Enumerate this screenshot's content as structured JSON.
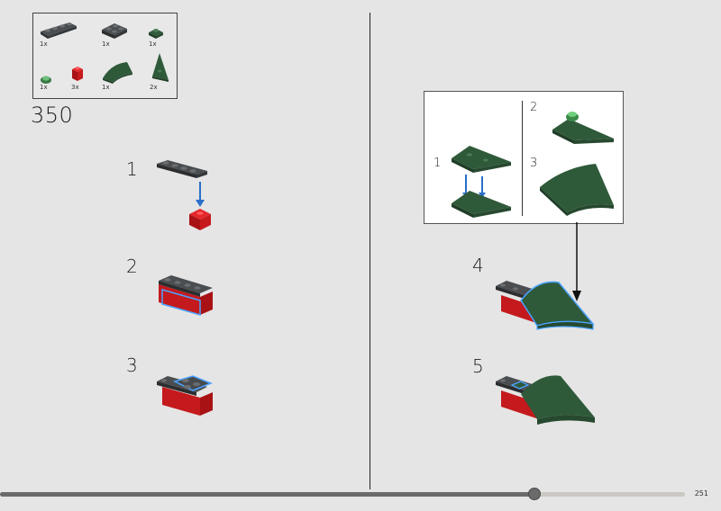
{
  "parts_list": {
    "items": [
      {
        "name": "dark-grey-plate-1x4",
        "qty": "1x"
      },
      {
        "name": "dark-grey-plate-2x2",
        "qty": "1x"
      },
      {
        "name": "green-plate-1x1-clip",
        "qty": "1x"
      },
      {
        "name": "green-round-stud",
        "qty": "1x"
      },
      {
        "name": "red-brick-1x1",
        "qty": "3x"
      },
      {
        "name": "green-curved-slope",
        "qty": "1x"
      },
      {
        "name": "green-wedge-plate",
        "qty": "2x"
      }
    ]
  },
  "set_number": "350",
  "steps": [
    {
      "number": "1"
    },
    {
      "number": "2"
    },
    {
      "number": "3"
    },
    {
      "number": "4"
    },
    {
      "number": "5"
    }
  ],
  "callout": {
    "substeps": [
      {
        "number": "1"
      },
      {
        "number": "2"
      },
      {
        "number": "3"
      }
    ]
  },
  "progress": {
    "fraction": 0.78
  },
  "page_number": "251",
  "colors": {
    "background": "#e5e5e5",
    "dark_green": "#2f5a3a",
    "red": "#d0181c",
    "dark_grey": "#474a4d",
    "highlight_blue": "#4aa3ff",
    "arrow_blue": "#2a6fc9"
  }
}
